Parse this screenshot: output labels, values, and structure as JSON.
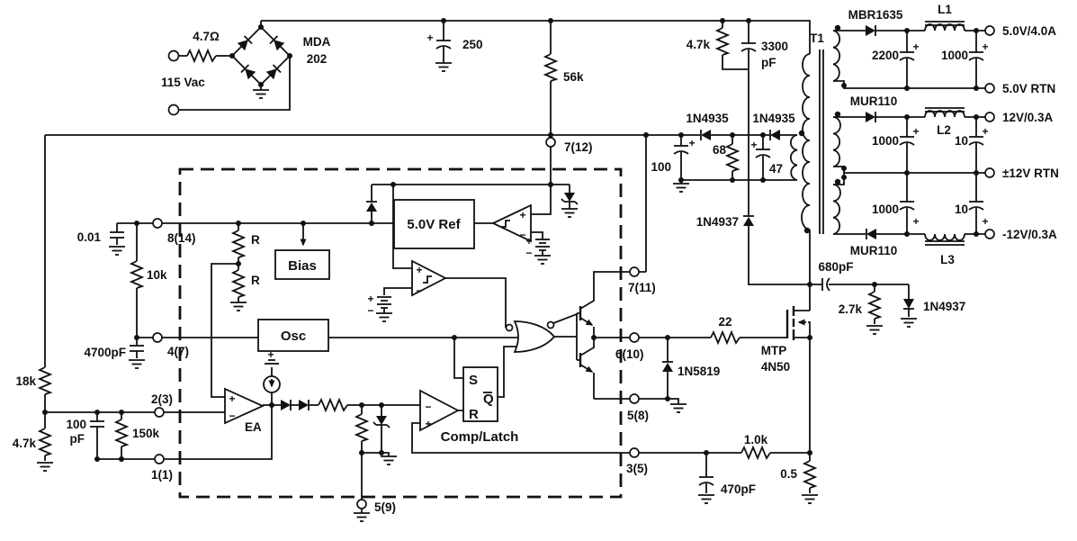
{
  "diagram": {
    "type": "circuit-schematic",
    "description": "Off-line flyback switching power supply with PWM controller IC (dashed block), MOSFET switch and triple-output transformer",
    "labels": {
      "r_in": "4.7Ω",
      "v_in": "115 Vac",
      "br1": "MDA",
      "br2": "202",
      "c_bulk": "250",
      "r_start": "56k",
      "r_snub": "4.7k",
      "c_snub1": "3300",
      "c_snub2": "pF",
      "t1": "T1",
      "d5": "MBR1635",
      "l1": "L1",
      "c5a": "2200",
      "c5b": "1000",
      "o5": "5.0V/4.0A",
      "o5r": "5.0V RTN",
      "d12": "MUR110",
      "l2": "L2",
      "c12a": "1000",
      "c12b": "10",
      "o12": "12V/0.3A",
      "o12r": "±12V RTN",
      "dn12": "MUR110",
      "l3": "L3",
      "cn12a": "1000",
      "cn12b": "10",
      "on12": "-12V/0.3A",
      "da1": "1N4935",
      "da2": "1N4935",
      "ra": "68",
      "ca1": "100",
      "ca2": "47",
      "dcl": "1N4937",
      "cg": "680pF",
      "rg2": "2.7k",
      "dg": "1N4937",
      "rg": "22",
      "q1a": "MTP",
      "q1b": "4N50",
      "do1": "1N5819",
      "p_vcc": "7(12)",
      "p_vc": "7(11)",
      "p_out": "6(10)",
      "p_pg": "5(8)",
      "p_is": "3(5)",
      "p_g": "5(9)",
      "p_vr": "8(14)",
      "p_rt": "4(7)",
      "p_fb": "2(3)",
      "p_cp": "1(1)",
      "cvr": "0.01",
      "rrt": "10k",
      "cct": "4700pF",
      "rf1": "18k",
      "rf2": "4.7k",
      "cf1": "100",
      "cf2": "pF",
      "rf3": "150k",
      "rd": "R",
      "bias": "Bias",
      "vref": "5.0V Ref",
      "osc": "Osc",
      "ea": "EA",
      "ls": "S",
      "lq": "Q",
      "lr": "R",
      "cl": "Comp/Latch",
      "rcs": "1.0k",
      "ccs": "470pF",
      "rs": "0.5",
      "plus": "+",
      "minus": "−"
    }
  }
}
